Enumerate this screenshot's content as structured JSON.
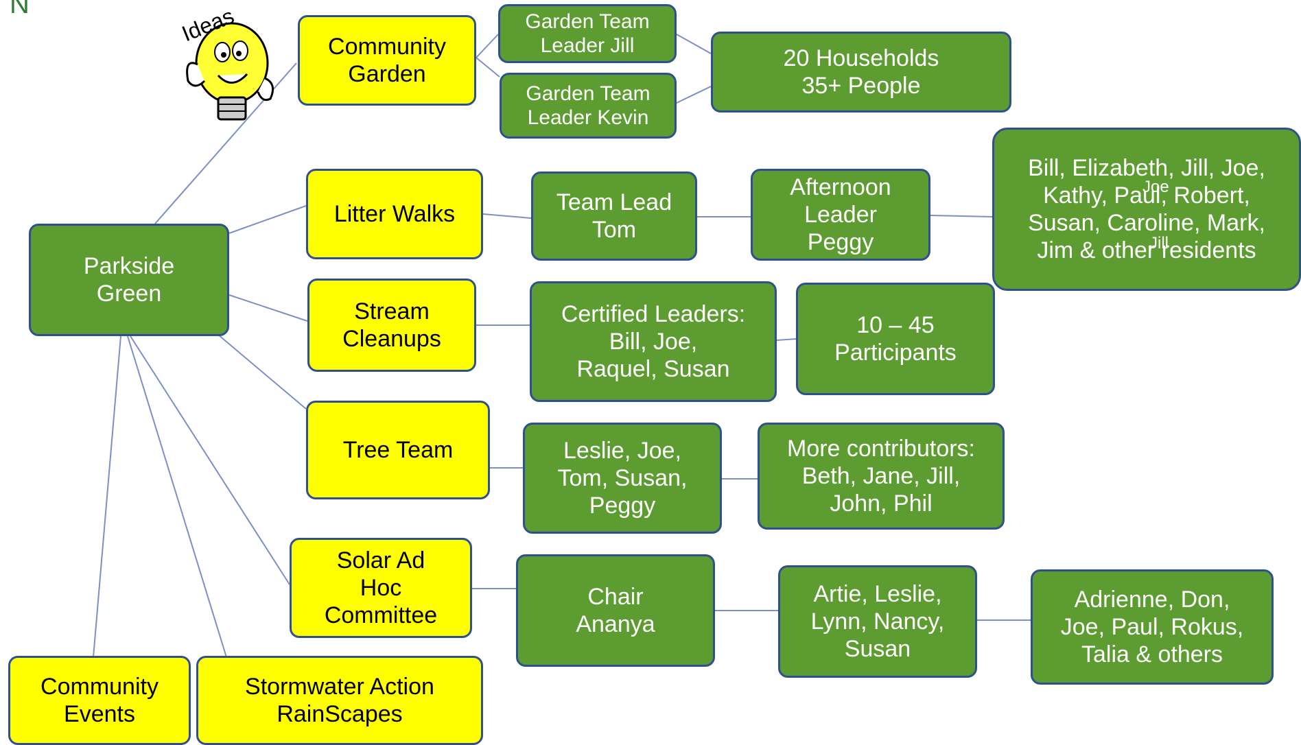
{
  "colors": {
    "yellow_fill": "#ffff00",
    "green_fill": "#5c9c30",
    "border": "#2e5090",
    "connector": "#7b8fc7"
  },
  "corner_mark": "N",
  "ideas": {
    "label": "Ideas",
    "icon": "lightbulb-mascot-icon"
  },
  "root": {
    "lines": [
      "Parkside",
      "Green"
    ]
  },
  "community_garden": {
    "lines": [
      "Community",
      "Garden"
    ],
    "leader_jill": [
      "Garden Team",
      "Leader Jill"
    ],
    "leader_kevin": [
      "Garden Team",
      "Leader Kevin"
    ],
    "households": [
      "20 Households",
      "35+ People"
    ]
  },
  "litter_walks": {
    "lines": [
      "Litter Walks"
    ],
    "team_lead": [
      "Team Lead",
      "Tom"
    ],
    "afternoon": [
      "Afternoon",
      "Leader",
      "Peggy"
    ],
    "volunteers": [
      "Bill, Elizabeth, Jill, Joe,",
      "Kathy, Paul, Robert,",
      "Susan, Caroline, Mark,",
      "Jim & other residents"
    ],
    "overlap_words": [
      "Joe",
      "Jill"
    ]
  },
  "stream_cleanups": {
    "lines": [
      "Stream",
      "Cleanups"
    ],
    "leaders": [
      "Certified Leaders:",
      "Bill, Joe,",
      "Raquel, Susan"
    ],
    "participants": [
      "10 – 45",
      "Participants"
    ]
  },
  "tree_team": {
    "lines": [
      "Tree Team"
    ],
    "members": [
      "Leslie, Joe,",
      "Tom, Susan,",
      "Peggy"
    ],
    "contributors": [
      "More contributors:",
      "Beth, Jane, Jill,",
      "John, Phil"
    ]
  },
  "solar": {
    "lines": [
      "Solar Ad",
      "Hoc",
      "Committee"
    ],
    "chair": [
      "Chair",
      "Ananya"
    ],
    "members": [
      "Artie, Leslie,",
      "Lynn, Nancy,",
      "Susan"
    ],
    "others": [
      "Adrienne, Don,",
      "Joe, Paul, Rokus,",
      "Talia & others"
    ]
  },
  "community_events": {
    "lines": [
      "Community",
      "Events"
    ]
  },
  "stormwater": {
    "lines": [
      "Stormwater Action",
      "RainScapes"
    ]
  }
}
